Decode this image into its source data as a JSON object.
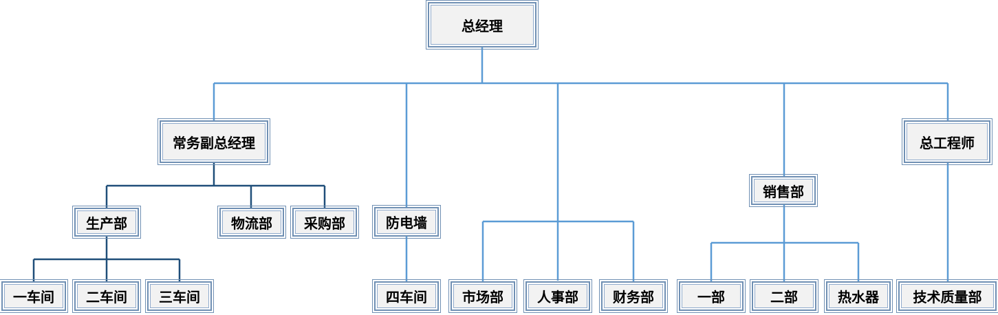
{
  "org_chart": {
    "root": "总经理",
    "deputy_gm": "常务副总经理",
    "production": "生产部",
    "logistics": "物流部",
    "purchasing": "采购部",
    "workshop_1": "一车间",
    "workshop_2": "二车间",
    "workshop_3": "三车间",
    "firewall": "防电墙",
    "workshop_4": "四车间",
    "market": "市场部",
    "hr": "人事部",
    "finance": "财务部",
    "sales": "销售部",
    "sales_1": "一部",
    "sales_2": "二部",
    "water_heater": "热水器",
    "chief_engineer": "总工程师",
    "quality": "技术质量部"
  },
  "colors": {
    "connector": "#5b9bd5",
    "connector_dark": "#1f4e79",
    "node_fill": "#f2f2f2",
    "node_border": "#6f8fb3"
  }
}
